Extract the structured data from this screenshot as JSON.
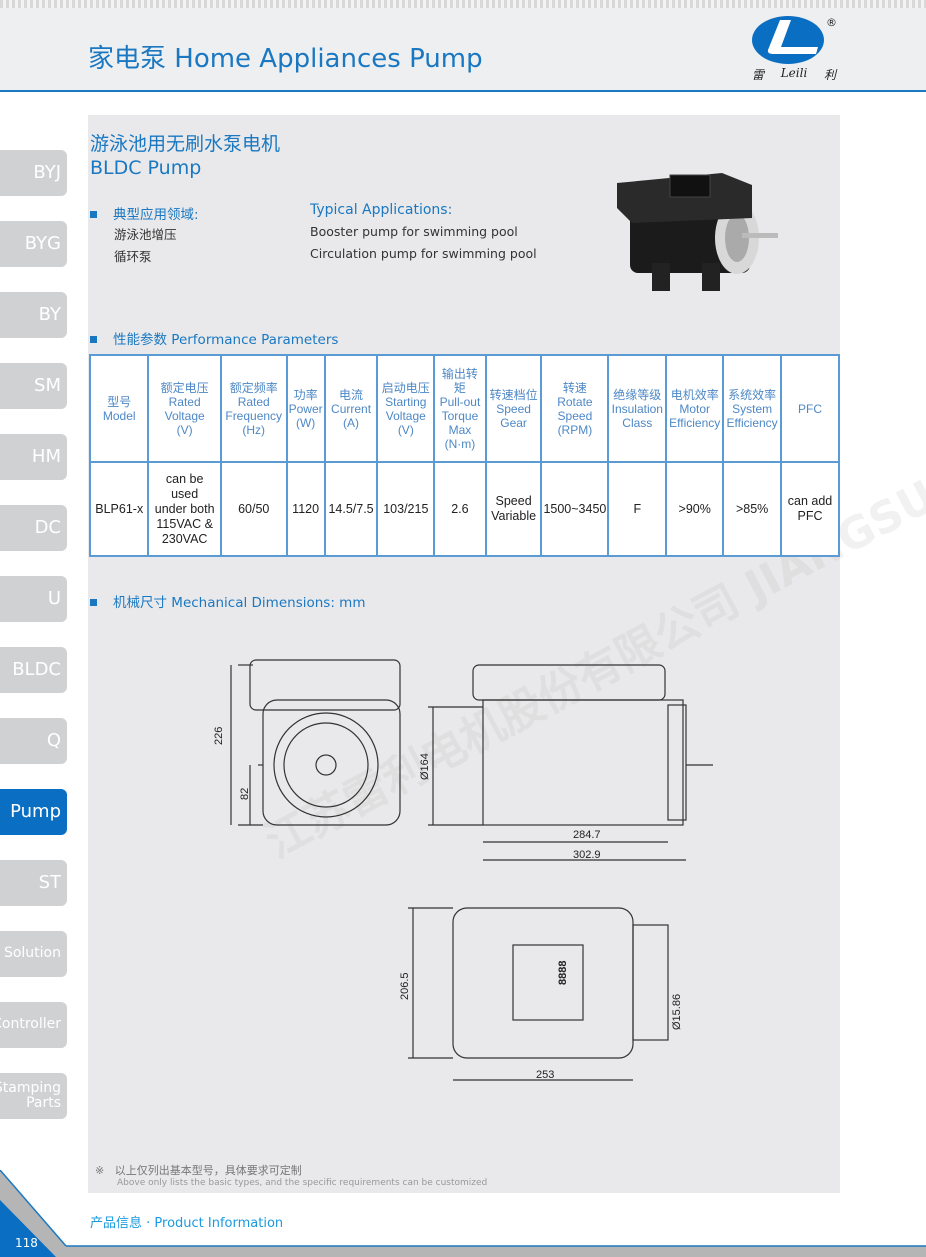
{
  "header": {
    "title": "家电泵  Home Appliances Pump",
    "logo_text": [
      "雷",
      "Leili",
      "利"
    ],
    "registered": "®"
  },
  "sidebar": [
    {
      "label": "BYJ"
    },
    {
      "label": "BYG"
    },
    {
      "label": "BY"
    },
    {
      "label": "SM"
    },
    {
      "label": "HM"
    },
    {
      "label": "DC"
    },
    {
      "label": "U"
    },
    {
      "label": "BLDC"
    },
    {
      "label": "Q"
    },
    {
      "label": "Pump",
      "active": true
    },
    {
      "label": "ST"
    },
    {
      "label": "Solution"
    },
    {
      "label": "Controller"
    },
    {
      "label": "Stamping Parts"
    }
  ],
  "product": {
    "title_cn": "游泳池用无刷水泵电机",
    "title_en": "BLDC Pump"
  },
  "applications": {
    "heading_cn": "典型应用领域:",
    "heading_en": "Typical Applications:",
    "items": [
      {
        "cn": "游泳池增压",
        "en": "Booster pump for swimming pool"
      },
      {
        "cn": "循环泵",
        "en": "Circulation pump for swimming pool"
      }
    ]
  },
  "performance": {
    "heading": "性能参数   Performance Parameters",
    "columns": [
      [
        "型号",
        "Model"
      ],
      [
        "额定电压",
        "Rated",
        "Voltage",
        "(V)"
      ],
      [
        "额定频率",
        "Rated",
        "Frequency",
        "(Hz)"
      ],
      [
        "功率",
        "Power",
        "(W)"
      ],
      [
        "电流",
        "Current",
        "(A)"
      ],
      [
        "启动电压",
        "Starting",
        "Voltage",
        "(V)"
      ],
      [
        "输出转矩",
        "Pull-out",
        "Torque",
        "Max",
        "(N·m)"
      ],
      [
        "转速档位",
        "Speed",
        "Gear"
      ],
      [
        "转速",
        "Rotate",
        "Speed",
        "(RPM)"
      ],
      [
        "绝缘等级",
        "Insulation",
        "Class"
      ],
      [
        "电机效率",
        "Motor",
        "Efficiency"
      ],
      [
        "系统效率",
        "System",
        "Efficiency"
      ],
      [
        "PFC"
      ]
    ],
    "rows": [
      [
        "BLP61-x",
        "can be used under both 115VAC & 230VAC",
        "60/50",
        "1120",
        "14.5/7.5",
        "103/215",
        "2.6",
        "Speed Variable",
        "1500~3450",
        "F",
        ">90%",
        ">85%",
        "can add PFC"
      ]
    ]
  },
  "dimensions": {
    "heading": "机械尺寸   Mechanical Dimensions: mm",
    "labels": {
      "h226": "226",
      "h82": "82",
      "d164": "Ø164",
      "l284": "284.7",
      "l302": "302.9",
      "h206": "206.5",
      "d15": "Ø15.86",
      "w253": "253",
      "display": "8888"
    }
  },
  "watermark": "江苏雷利电机股份有限公司 JIANGSU LEILI MOTOR CO., LTD.",
  "note": {
    "cn": "以上仅列出基本型号，具体要求可定制",
    "en": "Above only lists the basic types, and the specific requirements can be customized",
    "symbol": "※"
  },
  "footer": {
    "label": "产品信息 · Product Information",
    "page": "118"
  }
}
